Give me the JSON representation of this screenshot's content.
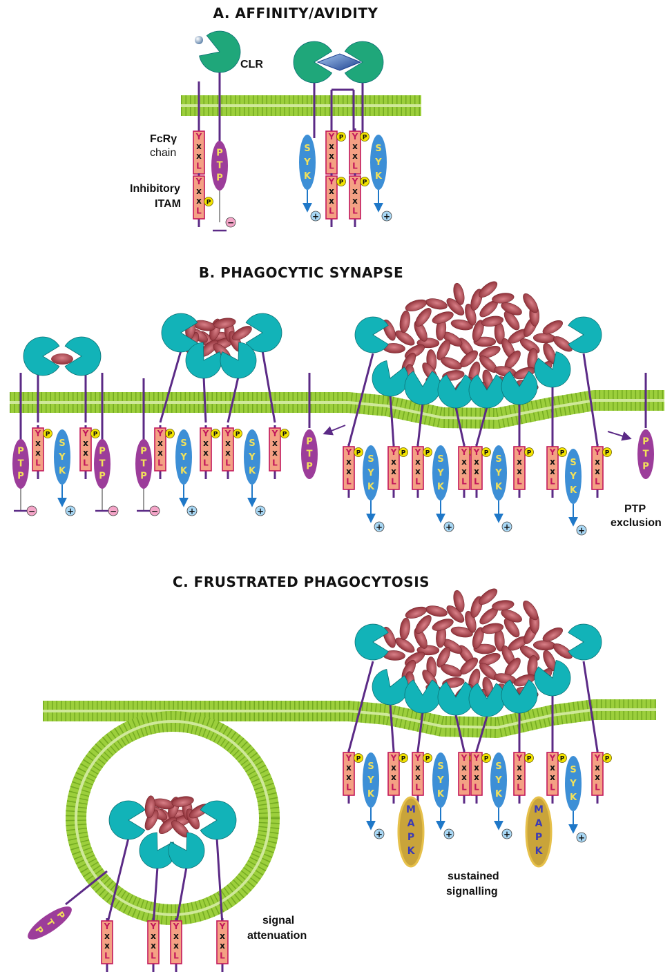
{
  "sections": {
    "a": {
      "title": "A. AFFINITY/AVIDITY"
    },
    "b": {
      "title": "B. PHAGOCYTIC SYNAPSE"
    },
    "c": {
      "title": "C. FRUSTRATED PHAGOCYTOSIS"
    }
  },
  "labels": {
    "clr": "CLR",
    "fcr_line1": "FcRγ",
    "fcr_line2": "chain",
    "itam_line1": "Inhibitory",
    "itam_line2": "ITAM",
    "ptp_excl_line1": "PTP",
    "ptp_excl_line2": "exclusion",
    "sustained_line1": "sustained",
    "sustained_line2": "signalling",
    "atten_line1": "signal",
    "atten_line2": "attenuation"
  },
  "glyphs": {
    "itam": [
      "Y",
      "x",
      "x",
      "L"
    ],
    "ptp": [
      "P",
      "T",
      "P"
    ],
    "syk": [
      "S",
      "Y",
      "K"
    ],
    "mapk": [
      "M",
      "A",
      "P",
      "K"
    ],
    "phospho": "P",
    "plus": "+",
    "minus": "−"
  },
  "colors": {
    "membrane": "#9ccf3c",
    "membrane_dark": "#6fa51e",
    "clr_green": "#1fa77a",
    "clr_teal": "#12b3b8",
    "stalk": "#5b2a86",
    "itam_fill": "#f4a184",
    "itam_edge": "#c2185b",
    "ptp": "#9c3d9a",
    "syk": "#3d8fd6",
    "mapk_fill": "#c9a43a",
    "mapk_ring": "#e6c04a",
    "phospho": "#f2e300",
    "ligand": "#b5484f",
    "plus_fill": "#a9d8f5",
    "minus_fill": "#f4a5c8",
    "arrow_blue": "#1f78c8"
  }
}
